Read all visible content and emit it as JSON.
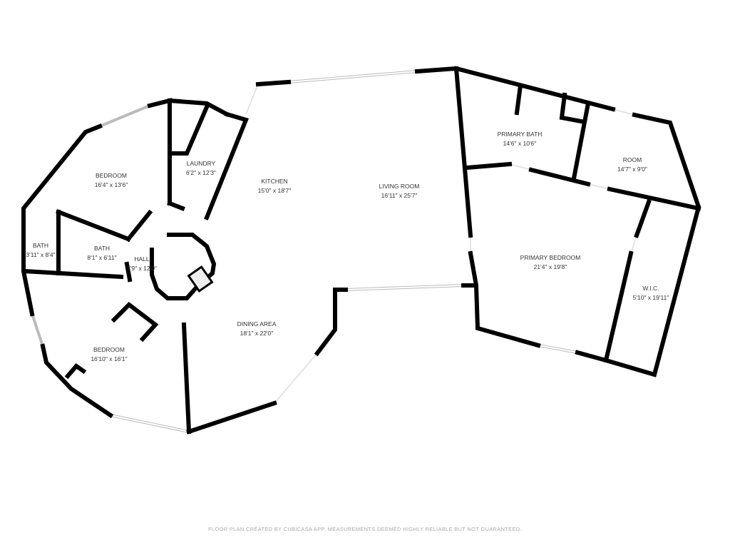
{
  "rooms": [
    {
      "name": "BEDROOM",
      "size": "16'4\" x 13'6\""
    },
    {
      "name": "LAUNDRY",
      "size": "6'2\" x 12'3\""
    },
    {
      "name": "KITCHEN",
      "size": "15'0\" x 18'7\""
    },
    {
      "name": "LIVING ROOM",
      "size": "16'11\" x 25'7\""
    },
    {
      "name": "PRIMARY BATH",
      "size": "14'6\" x 10'6\""
    },
    {
      "name": "ROOM",
      "size": "14'7\" x 9'0\""
    },
    {
      "name": "BATH",
      "size": "3'11\" x 8'4\""
    },
    {
      "name": "BATH",
      "size": "8'1\" x 6'11\""
    },
    {
      "name": "HALL",
      "size": "7'9\" x 12'0\""
    },
    {
      "name": "PRIMARY BEDROOM",
      "size": "21'4\" x 19'8\""
    },
    {
      "name": "W.I.C.",
      "size": "5'10\" x 19'11\""
    },
    {
      "name": "DINING AREA",
      "size": "18'1\" x 22'0\""
    },
    {
      "name": "BEDROOM",
      "size": "16'10\" x 16'1\""
    }
  ],
  "footer": "FLOOR PLAN CREATED BY CUBICASA APP. MEASUREMENTS DEEMED HIGHLY RELIABLE BUT NOT GUARANTEED."
}
